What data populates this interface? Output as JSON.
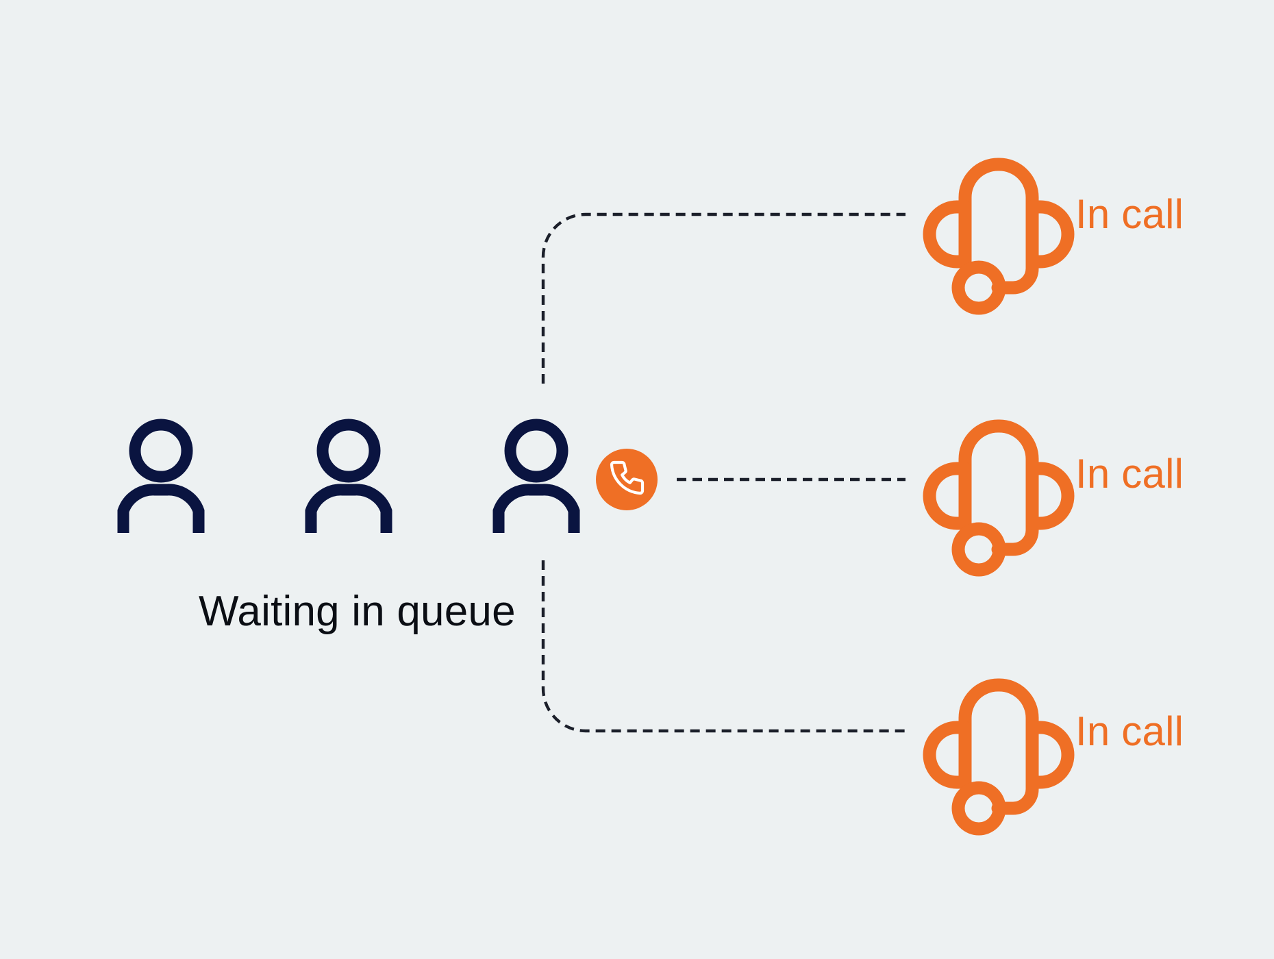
{
  "scene": {
    "title": "Call queue routing diagram",
    "background_color": "#edf1f2",
    "customer_color": "#0a1440",
    "agent_color": "#ef6f25",
    "connector_color": "#1b1f2a",
    "text_dark": "#0b0e14"
  },
  "queue": {
    "label": "Waiting in queue",
    "icon_name": "person-icon",
    "people": [
      {
        "id": "caller-1",
        "state": "waiting"
      },
      {
        "id": "caller-2",
        "state": "waiting"
      },
      {
        "id": "caller-3",
        "state": "connecting"
      }
    ],
    "active_badge": {
      "icon_name": "phone-icon",
      "color": "#ef6f25"
    }
  },
  "agents": [
    {
      "id": "agent-1",
      "label": "In call",
      "icon_name": "headset-icon",
      "status_color": "#ef6f25"
    },
    {
      "id": "agent-2",
      "label": "In call",
      "icon_name": "headset-icon",
      "status_color": "#ef6f25"
    },
    {
      "id": "agent-3",
      "label": "In call",
      "icon_name": "headset-icon",
      "status_color": "#ef6f25"
    }
  ],
  "connectors": [
    {
      "id": "connector-top",
      "from": "caller-3",
      "to": "agent-1",
      "style": "dashed-elbow-up"
    },
    {
      "id": "connector-middle",
      "from": "caller-3",
      "to": "agent-2",
      "style": "dashed-straight"
    },
    {
      "id": "connector-bottom",
      "from": "caller-3",
      "to": "agent-3",
      "style": "dashed-elbow-down"
    }
  ]
}
